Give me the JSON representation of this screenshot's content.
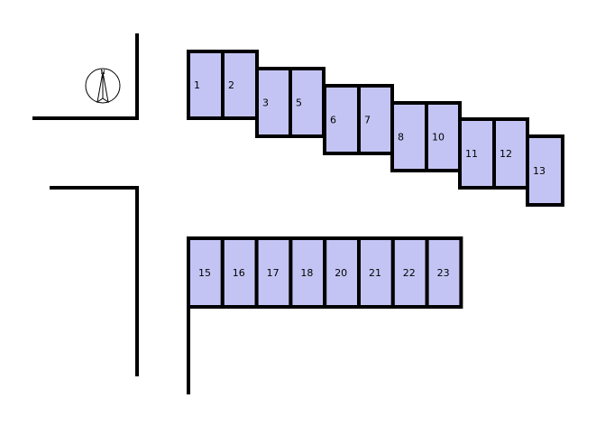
{
  "compass": {
    "label": "N",
    "icon": "north-arrow-icon"
  },
  "colors": {
    "spot_fill": "#C4C4F4",
    "outline": "#000000"
  },
  "parking_spots_upper": [
    "1",
    "2",
    "3",
    "5",
    "6",
    "7",
    "8",
    "10",
    "11",
    "12",
    "13"
  ],
  "parking_spots_lower": [
    "15",
    "16",
    "17",
    "18",
    "20",
    "21",
    "22",
    "23"
  ]
}
